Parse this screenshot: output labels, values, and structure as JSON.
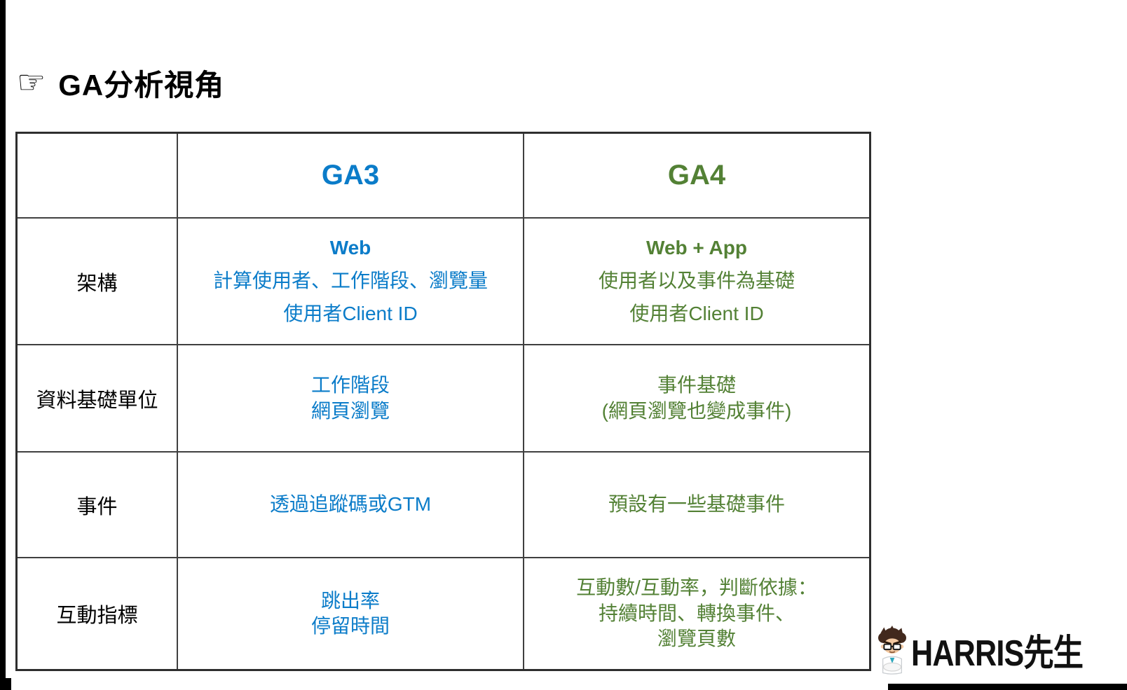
{
  "title": {
    "icon_glyph": "☞",
    "icon_name": "pointing-hand-icon",
    "text": "GA分析視角"
  },
  "colors": {
    "ga3_blue": "#0b7cc9",
    "ga4_green": "#538135",
    "table_border": "#404040",
    "edge_bar": "#000000"
  },
  "table": {
    "columns": [
      "",
      "GA3",
      "GA4"
    ],
    "rows": [
      {
        "header": "架構",
        "ga3": [
          "Web",
          "計算使用者、工作階段、瀏覽量",
          "使用者Client ID"
        ],
        "ga4": [
          "Web + App",
          "使用者以及事件為基礎",
          "使用者Client ID"
        ]
      },
      {
        "header": "資料基礎單位",
        "ga3": [
          "工作階段",
          "網頁瀏覽"
        ],
        "ga4": [
          "事件基礎",
          "(網頁瀏覽也變成事件)"
        ]
      },
      {
        "header": "事件",
        "ga3": [
          "透過追蹤碼或GTM"
        ],
        "ga4": [
          "預設有一些基礎事件"
        ]
      },
      {
        "header": "互動指標",
        "ga3": [
          "跳出率",
          "停留時間"
        ],
        "ga4": [
          "互動數/互動率，判斷依據：",
          "持續時間、轉換事件、",
          "瀏覽頁數"
        ]
      }
    ]
  },
  "brand": {
    "name": "HARRIS先生",
    "avatar": "harris-avatar-icon"
  }
}
